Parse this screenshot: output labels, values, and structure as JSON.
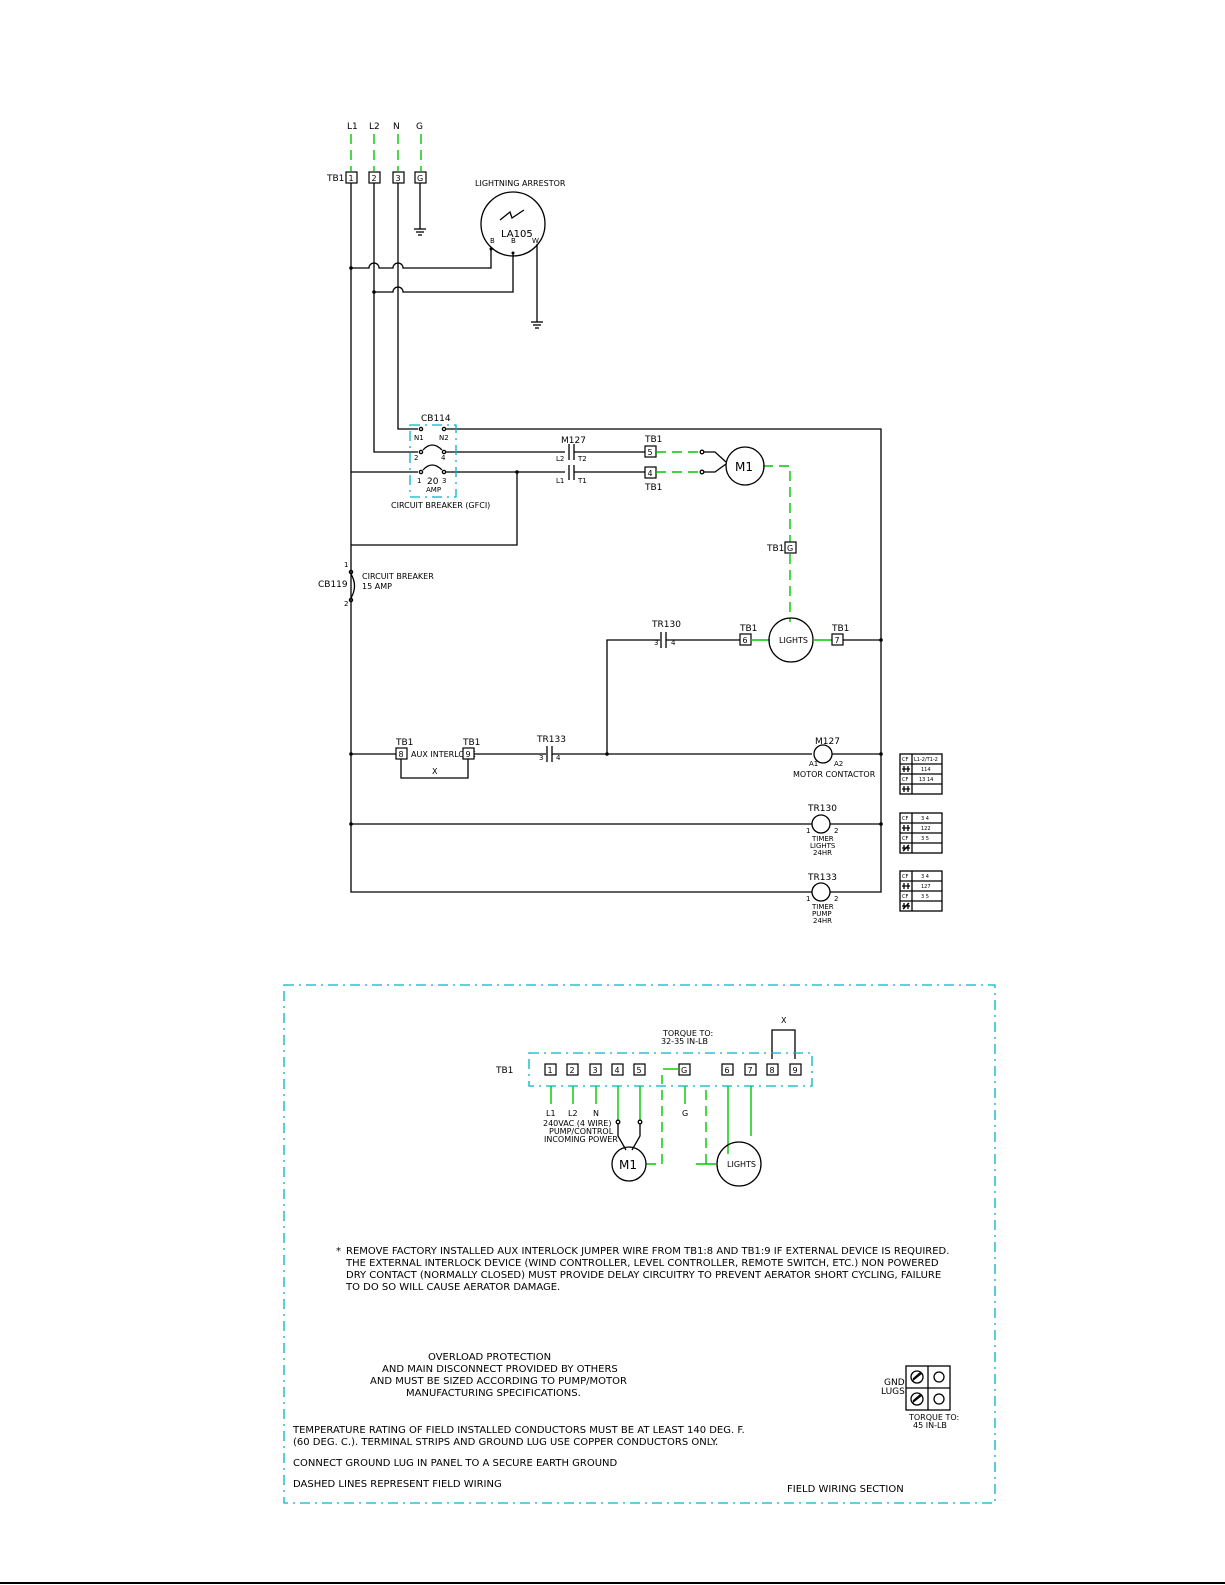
{
  "lines": {
    "l1": "L1",
    "l2": "L2",
    "n": "N",
    "g": "G"
  },
  "tb": {
    "label": "TB1",
    "t1": "1",
    "t2": "2",
    "t3": "3",
    "t4": "4",
    "t5": "5",
    "t6": "6",
    "t7": "7",
    "t8": "8",
    "t9": "9",
    "tg": "G"
  },
  "la": {
    "title": "LIGHTNING ARRESTOR",
    "tag": "LA105",
    "b1": "B",
    "b2": "B",
    "w": "W"
  },
  "cb114": {
    "tag": "CB114",
    "n1": "N1",
    "n2": "N2",
    "p1": "1",
    "p2": "2",
    "p3": "3",
    "p4": "4",
    "rating": "20",
    "amp": "AMP",
    "desc": "CIRCUIT BREAKER (GFCI)"
  },
  "m127c": {
    "tag": "M127",
    "l2": "L2",
    "t2": "T2",
    "l1": "L1",
    "t1": "T1"
  },
  "motor": {
    "label": "M1"
  },
  "cb119": {
    "tag": "CB119",
    "desc1": "CIRCUIT BREAKER",
    "desc2": "15 AMP",
    "p1": "1",
    "p2": "2"
  },
  "tr130c": {
    "tag": "TR130",
    "p3": "3",
    "p4": "4"
  },
  "lights": {
    "label": "LIGHTS"
  },
  "aux": {
    "label": "AUX INTERLOCK",
    "x": "X"
  },
  "tr133c": {
    "tag": "TR133",
    "p3": "3",
    "p4": "4"
  },
  "coil_m127": {
    "tag": "M127",
    "a1": "A1",
    "a2": "A2",
    "desc": "MOTOR CONTACTOR"
  },
  "coil_tr130": {
    "tag": "TR130",
    "p1": "1",
    "p2": "2",
    "d1": "TIMER",
    "d2": "LIGHTS",
    "d3": "24HR"
  },
  "coil_tr133": {
    "tag": "TR133",
    "p1": "1",
    "p2": "2",
    "d1": "TIMER",
    "d2": "PUMP",
    "d3": "24HR"
  },
  "xref1": {
    "a": "CF",
    "b": "L1-2/T1-2",
    "c": "114",
    "d": "CF",
    "e": "13 14"
  },
  "xref2": {
    "a": "CF",
    "b": "3 4",
    "c": "122",
    "d": "CF",
    "e": "3 5"
  },
  "xref3": {
    "a": "CF",
    "b": "3 4",
    "c": "127",
    "d": "CF",
    "e": "3 5"
  },
  "field": {
    "torque1": "TORQUE TO:",
    "torque2": "32-35 IN-LB",
    "x": "X",
    "l1": "L1",
    "l2": "L2",
    "n": "N",
    "g": "G",
    "power1": "240VAC (4 WIRE)",
    "power2": "PUMP/CONTROL",
    "power3": "INCOMING POWER",
    "m1": "M1",
    "lights": "LIGHTS",
    "note_star": "*",
    "note1": "REMOVE FACTORY INSTALLED AUX INTERLOCK JUMPER WIRE FROM TB1:8 AND TB1:9 IF EXTERNAL DEVICE IS REQUIRED.",
    "note2": "THE EXTERNAL INTERLOCK DEVICE (WIND CONTROLLER, LEVEL CONTROLLER, REMOTE SWITCH, ETC.) NON POWERED",
    "note3": "DRY CONTACT (NORMALLY CLOSED) MUST PROVIDE DELAY CIRCUITRY TO PREVENT AERATOR SHORT CYCLING, FAILURE",
    "note4": "TO DO SO WILL CAUSE AERATOR DAMAGE.",
    "ov1": "OVERLOAD PROTECTION",
    "ov2": "AND MAIN DISCONNECT PROVIDED BY OTHERS",
    "ov3": "AND MUST BE SIZED ACCORDING TO PUMP/MOTOR",
    "ov4": "MANUFACTURING SPECIFICATIONS.",
    "gnd1": "GND",
    "gnd2": "LUGS",
    "gt1": "TORQUE TO:",
    "gt2": "45 IN-LB",
    "temp1": "TEMPERATURE RATING OF FIELD INSTALLED CONDUCTORS MUST BE AT LEAST 140 DEG. F.",
    "temp2": "(60 DEG. C.). TERMINAL STRIPS AND GROUND LUG USE COPPER CONDUCTORS ONLY.",
    "ground": "CONNECT GROUND LUG IN PANEL TO A SECURE EARTH GROUND",
    "dashed": "DASHED LINES REPRESENT FIELD WIRING",
    "section": "FIELD WIRING SECTION"
  }
}
